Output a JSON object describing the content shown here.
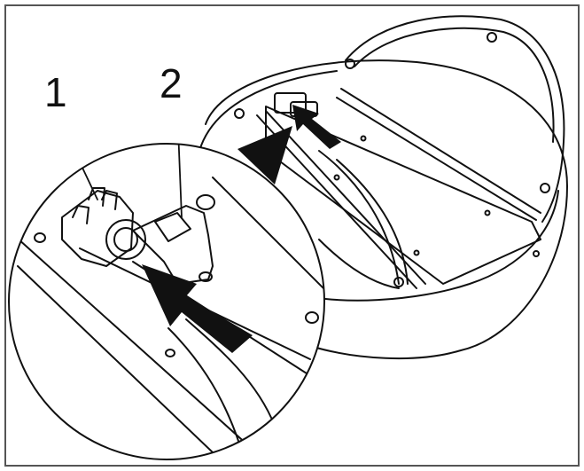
{
  "diagram": {
    "callouts": [
      {
        "id": "1",
        "label": "1"
      },
      {
        "id": "2",
        "label": "2"
      }
    ],
    "colors": {
      "line": "#111111",
      "background": "#ffffff",
      "frame": "#555555"
    }
  }
}
